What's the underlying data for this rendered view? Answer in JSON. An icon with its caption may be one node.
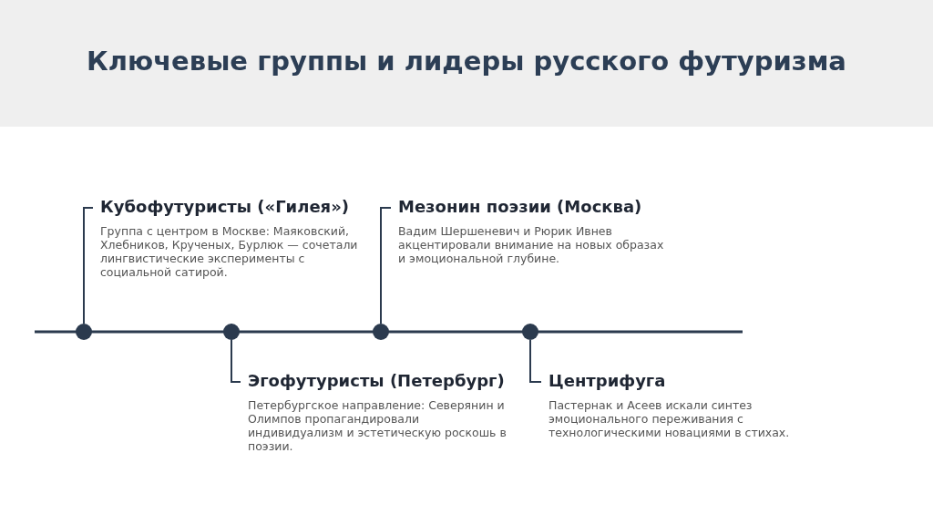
{
  "diagram": {
    "title": "Ключевые группы и лидеры русского футуризма",
    "nodes": [
      {
        "text": [
          "Кубофутуристы («Гилея»)",
          "Группа с центром в Москве: Маяковский, Хлебников, Крученых, Бурлюк — сочетали лингвистические эксперименты с социальной сатирой."
        ]
      },
      {
        "text": [
          "Мезонин поэзии (Москва)",
          "Вадим Шершеневич и Рюрик Ивнев акцентировали внимание на новых образах и эмоциональной глубине."
        ]
      },
      {
        "text": [
          "Эгофутуристы (Петербург)",
          "Петербургское направление: Северянин и Олимпов пропагандировали индивидуализм и эстетическую роскошь в поэзии."
        ]
      },
      {
        "text": [
          "Центрифуга",
          "Пастернак и Асеев искали синтез эмоционального переживания с технологическими новациями в стихах."
        ]
      },
      {
        "text": [],
        "shape": "circle"
      },
      {
        "text": [],
        "shape": "circle"
      },
      {
        "text": [],
        "shape": "circle"
      },
      {
        "text": [],
        "shape": "circle"
      }
    ],
    "edges": [
      {
        "from": 4,
        "to": 0,
        "arrow": "none"
      },
      {
        "from": 5,
        "to": 2,
        "arrow": "none"
      },
      {
        "from": 6,
        "to": 1,
        "arrow": "none"
      },
      {
        "from": 7,
        "to": 3,
        "arrow": "none"
      }
    ]
  }
}
